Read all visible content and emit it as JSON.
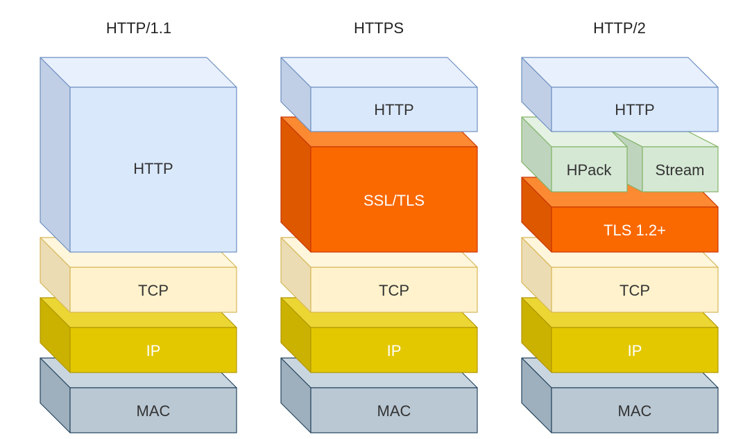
{
  "columns": [
    {
      "title": "HTTP/1.1",
      "layers": [
        {
          "label": "HTTP",
          "type": "http"
        },
        {
          "label": "TCP",
          "type": "tcp"
        },
        {
          "label": "IP",
          "type": "ip"
        },
        {
          "label": "MAC",
          "type": "mac"
        }
      ]
    },
    {
      "title": "HTTPS",
      "layers": [
        {
          "label": "HTTP",
          "type": "http"
        },
        {
          "label": "SSL/TLS",
          "type": "tls"
        },
        {
          "label": "TCP",
          "type": "tcp"
        },
        {
          "label": "IP",
          "type": "ip"
        },
        {
          "label": "MAC",
          "type": "mac"
        }
      ]
    },
    {
      "title": "HTTP/2",
      "layers": [
        {
          "label": "HTTP",
          "type": "http"
        },
        {
          "label": "HPack",
          "type": "hpack"
        },
        {
          "label": "Stream",
          "type": "stream"
        },
        {
          "label": "TLS 1.2+",
          "type": "tls"
        },
        {
          "label": "TCP",
          "type": "tcp"
        },
        {
          "label": "IP",
          "type": "ip"
        },
        {
          "label": "MAC",
          "type": "mac"
        }
      ]
    }
  ],
  "colors": {
    "http": {
      "front": "#dae8fc",
      "top": "#e8f0fd",
      "side": "#c1cfe6",
      "stroke": "#6c8ebf",
      "text": "#333333"
    },
    "hpack": {
      "front": "#d5e8d4",
      "top": "#e4f1e3",
      "side": "#bfd4bd",
      "stroke": "#82b366",
      "text": "#333333"
    },
    "stream": {
      "front": "#d5e8d4",
      "top": "#e4f1e3",
      "side": "#bfd4bd",
      "stroke": "#82b366",
      "text": "#333333"
    },
    "tls": {
      "front": "#fa6800",
      "top": "#fb8a33",
      "side": "#de5800",
      "stroke": "#c73500",
      "text": "#ffffff"
    },
    "tcp": {
      "front": "#fff2cc",
      "top": "#fff6dc",
      "side": "#ecdcb3",
      "stroke": "#d6b656",
      "text": "#333333"
    },
    "ip": {
      "front": "#e3c800",
      "top": "#ebd633",
      "side": "#cbb200",
      "stroke": "#b09500",
      "text": "#ffffff"
    },
    "mac": {
      "front": "#bac8d3",
      "top": "#cad6df",
      "side": "#9eafbd",
      "stroke": "#23445d",
      "text": "#333333"
    }
  }
}
